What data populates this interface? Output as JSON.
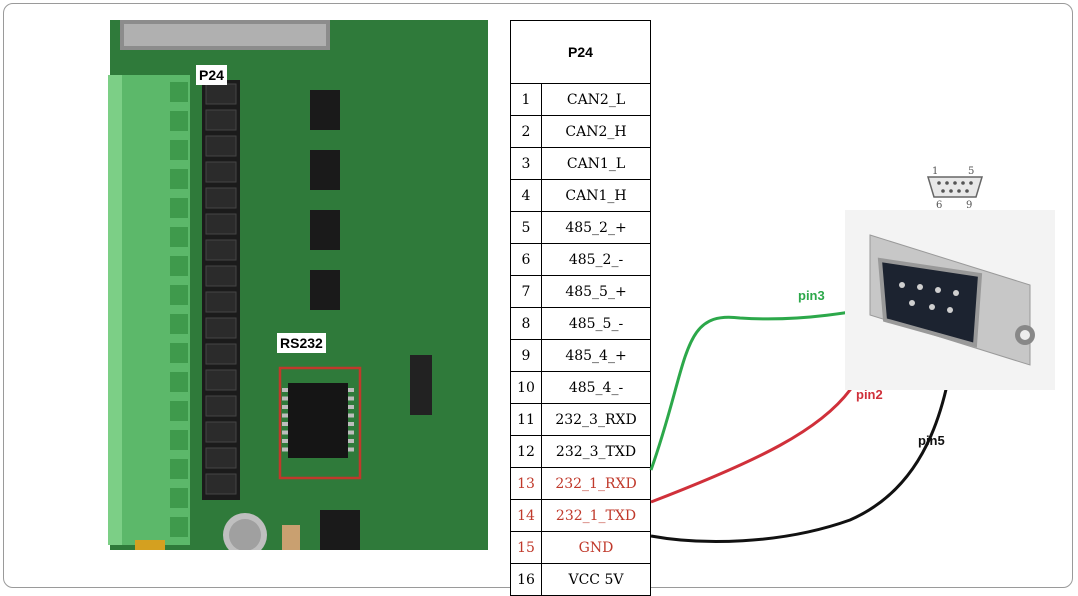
{
  "board_labels": {
    "connector": "P24",
    "serial": "RS232"
  },
  "pin_table": {
    "header": "P24",
    "rows": [
      {
        "num": "1",
        "signal": "CAN2_L"
      },
      {
        "num": "2",
        "signal": "CAN2_H"
      },
      {
        "num": "3",
        "signal": "CAN1_L"
      },
      {
        "num": "4",
        "signal": "CAN1_H"
      },
      {
        "num": "5",
        "signal": "485_2_+"
      },
      {
        "num": "6",
        "signal": "485_2_-"
      },
      {
        "num": "7",
        "signal": "485_5_+"
      },
      {
        "num": "8",
        "signal": "485_5_-"
      },
      {
        "num": "9",
        "signal": "485_4_+"
      },
      {
        "num": "10",
        "signal": "485_4_-"
      },
      {
        "num": "11",
        "signal": "232_3_RXD"
      },
      {
        "num": "12",
        "signal": "232_3_TXD"
      },
      {
        "num": "13",
        "signal": "232_1_RXD"
      },
      {
        "num": "14",
        "signal": "232_1_TXD"
      },
      {
        "num": "15",
        "signal": "GND"
      },
      {
        "num": "16",
        "signal": "VCC 5V"
      }
    ]
  },
  "wires": {
    "pin3": "pin3",
    "pin2": "pin2",
    "pin5": "pin5"
  },
  "db9_icon": {
    "pin_1": "1",
    "pin_5": "5",
    "pin_6": "6",
    "pin_9": "9"
  },
  "colors": {
    "pcb_green": "#2f7a3a",
    "terminal_green": "#5cb86a",
    "highlight_red": "#c0392b",
    "wire_green": "#2ca84a",
    "wire_red": "#d0303a",
    "wire_black": "#111111"
  }
}
